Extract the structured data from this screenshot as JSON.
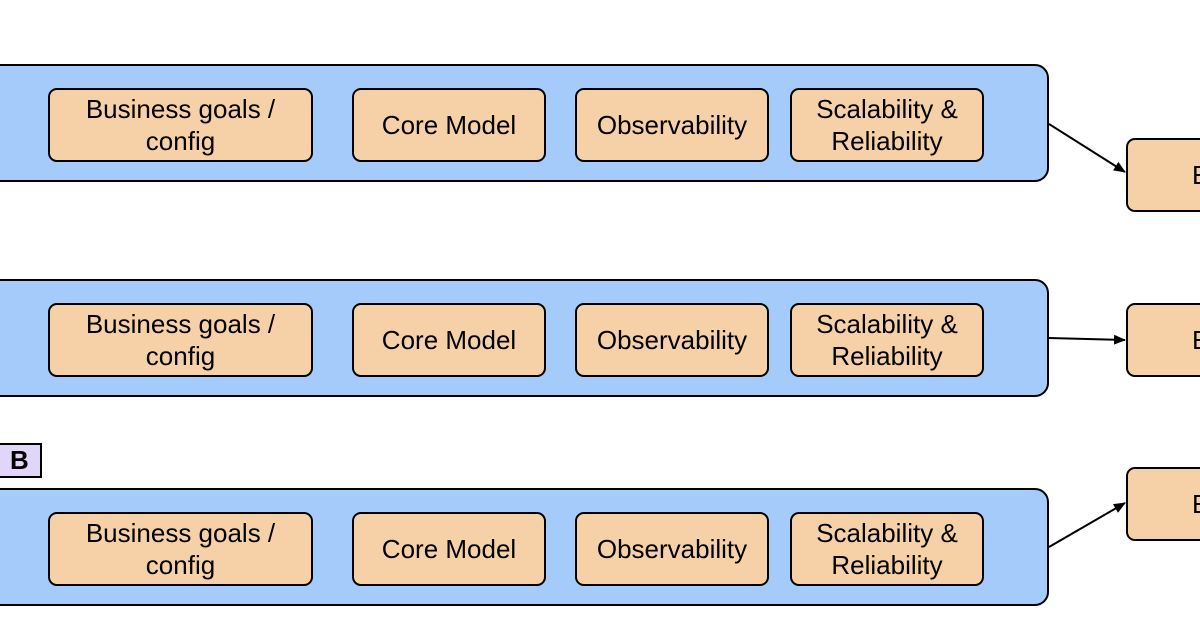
{
  "lanes": [
    {
      "boxes": {
        "goals": "Business goals / config",
        "core": "Core Model",
        "obs": "Observability",
        "scale": "Scalability & Reliability"
      },
      "output": "E"
    },
    {
      "boxes": {
        "goals": "Business goals / config",
        "core": "Core Model",
        "obs": "Observability",
        "scale": "Scalability & Reliability"
      },
      "output": "E"
    },
    {
      "label": "B",
      "boxes": {
        "goals": "Business goals / config",
        "core": "Core Model",
        "obs": "Observability",
        "scale": "Scalability & Reliability"
      },
      "output": "E"
    }
  ],
  "colors": {
    "lane_fill": "#a4cbfa",
    "box_fill": "#f6d1a7",
    "label_fill": "#e1d5f8",
    "stroke": "#000000"
  }
}
